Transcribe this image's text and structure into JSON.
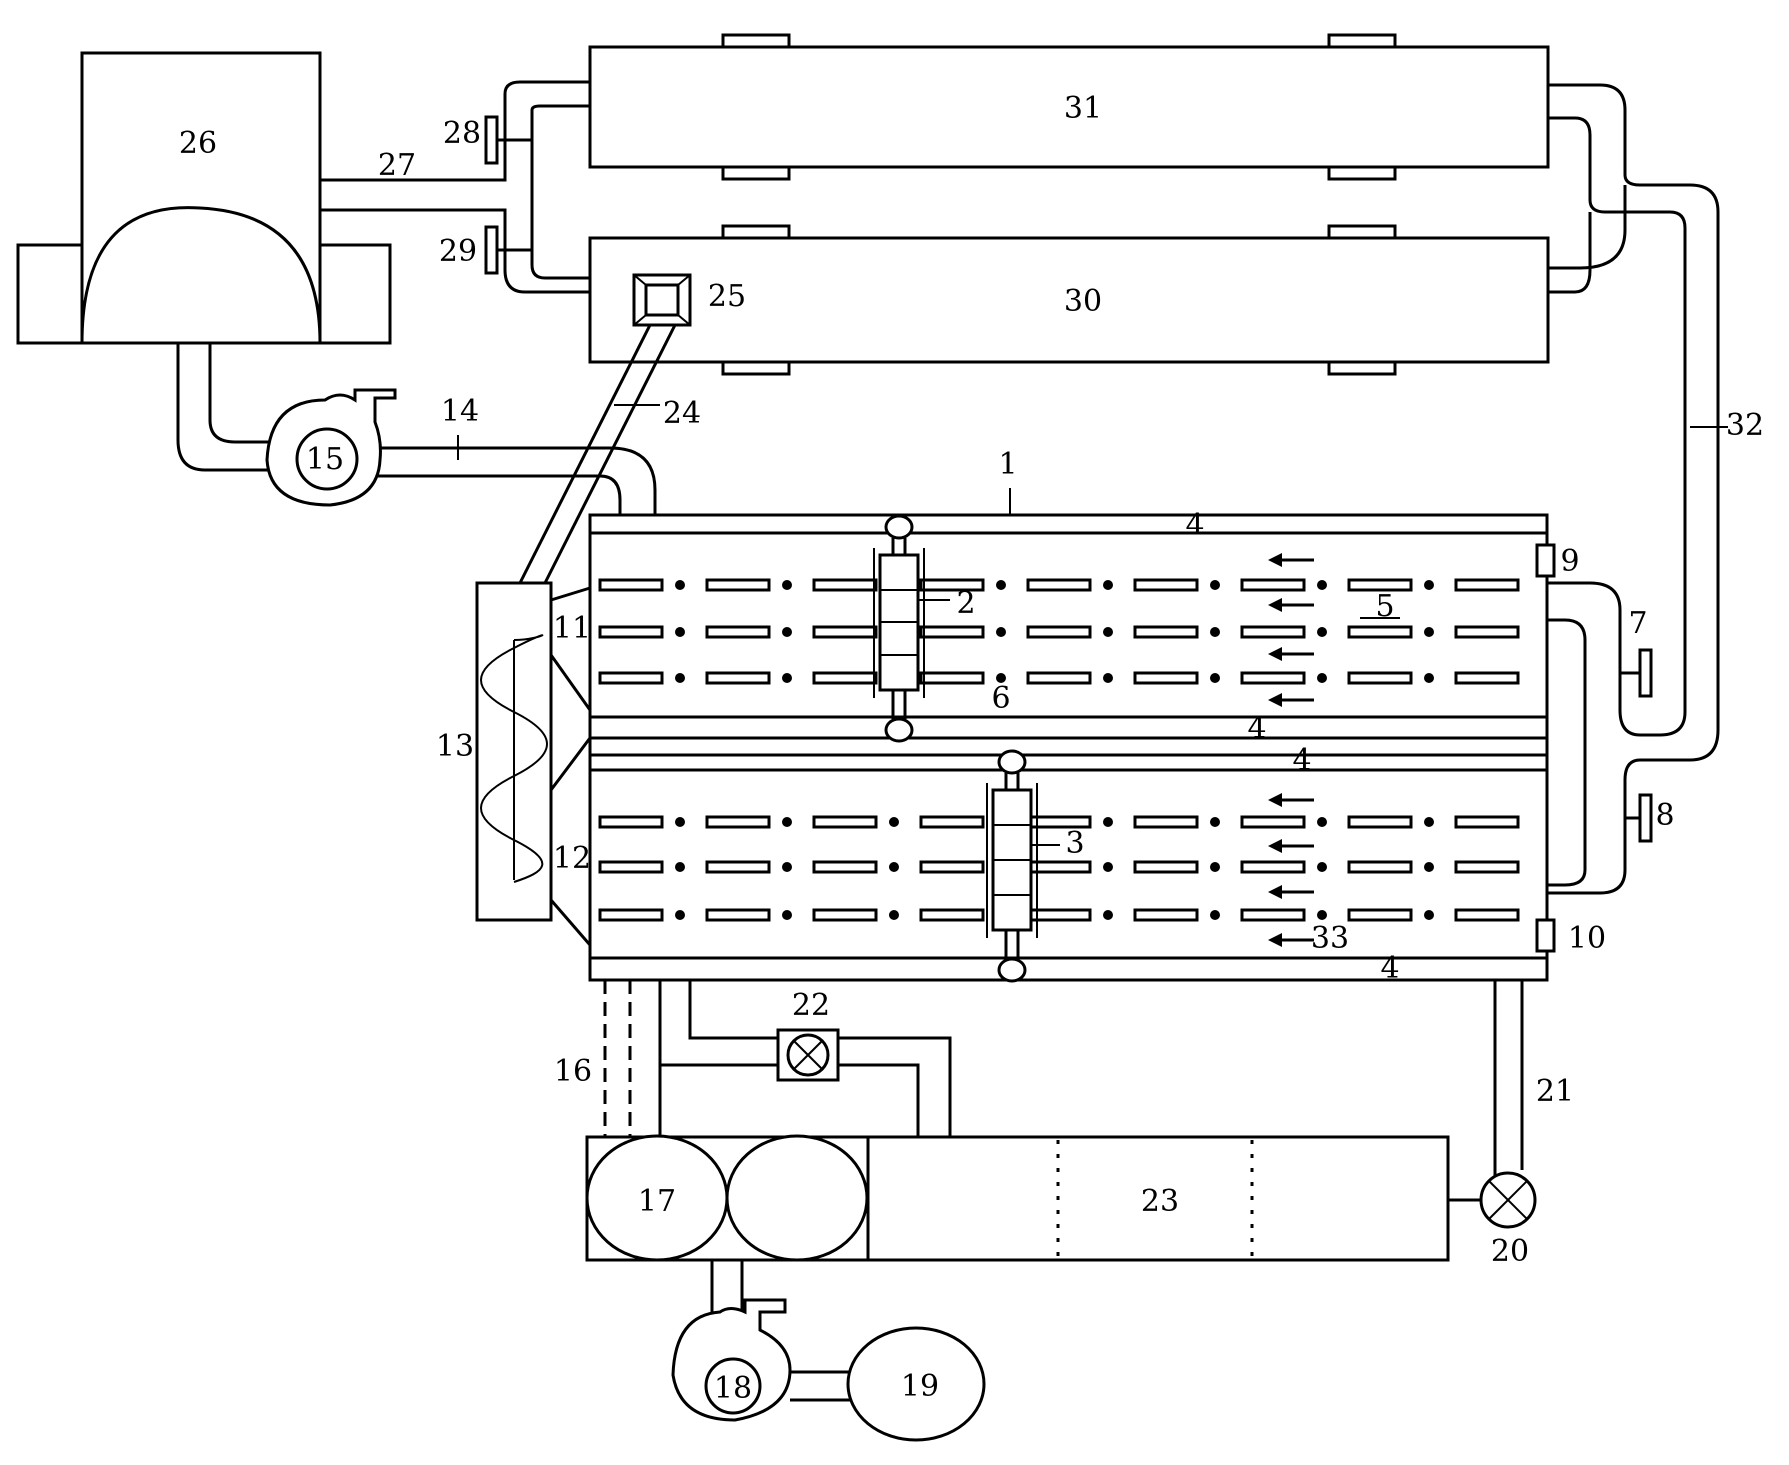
{
  "labels": {
    "l1": "1",
    "l2": "2",
    "l3": "3",
    "l4a": "4",
    "l4b": "4",
    "l4c": "4",
    "l4d": "4",
    "l5": "5",
    "l6": "6",
    "l7": "7",
    "l8": "8",
    "l9": "9",
    "l10": "10",
    "l11": "11",
    "l12": "12",
    "l13": "13",
    "l14": "14",
    "l15": "15",
    "l16": "16",
    "l17": "17",
    "l18": "18",
    "l19": "19",
    "l20": "20",
    "l21": "21",
    "l22": "22",
    "l23": "23",
    "l24": "24",
    "l25": "25",
    "l26": "26",
    "l27": "27",
    "l28": "28",
    "l29": "29",
    "l30": "30",
    "l31": "31",
    "l32": "32",
    "l33": "33"
  }
}
